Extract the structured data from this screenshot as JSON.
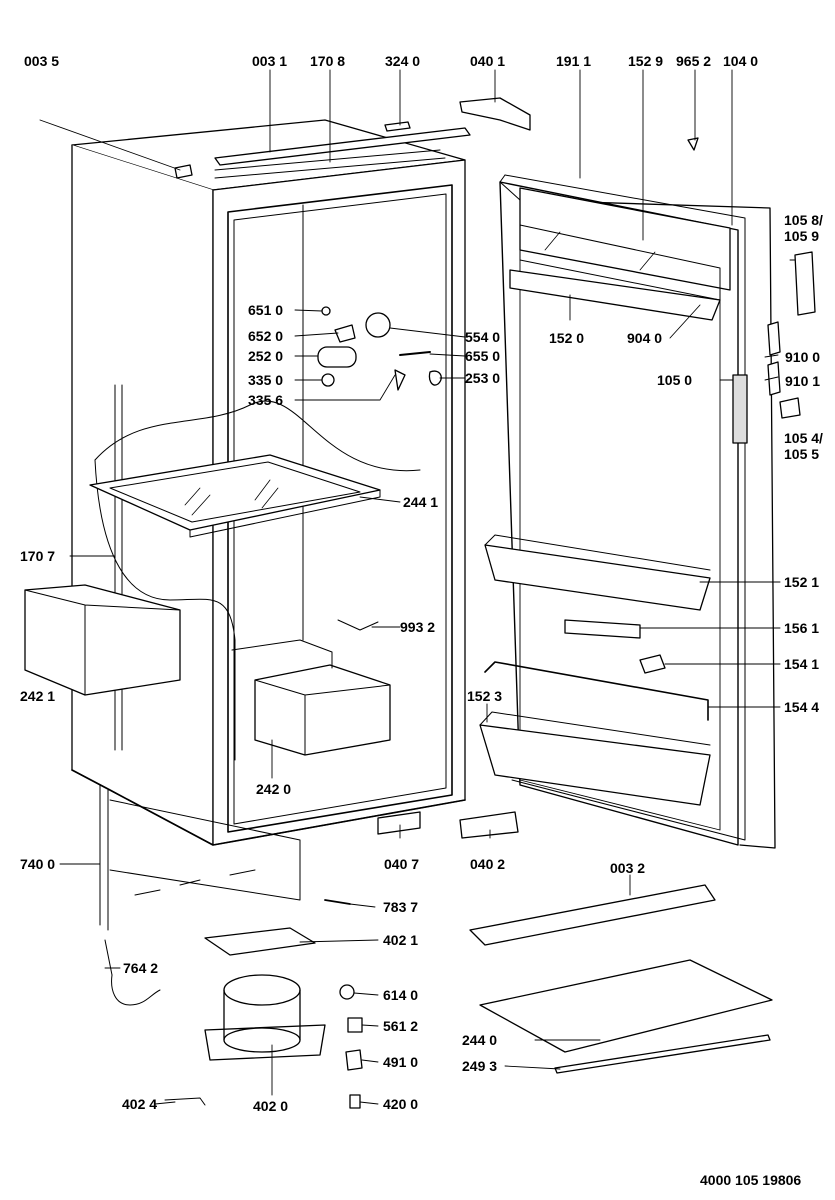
{
  "document_number": "4000 105 19806",
  "parts": [
    {
      "id": "l0035",
      "code": "003 5"
    },
    {
      "id": "l0031",
      "code": "003 1"
    },
    {
      "id": "l1708",
      "code": "170 8"
    },
    {
      "id": "l3240",
      "code": "324 0"
    },
    {
      "id": "l0401",
      "code": "040 1"
    },
    {
      "id": "l1911",
      "code": "191 1"
    },
    {
      "id": "l1529",
      "code": "152 9"
    },
    {
      "id": "l9652",
      "code": "965 2"
    },
    {
      "id": "l1040",
      "code": "104 0"
    },
    {
      "id": "l1058",
      "code": "105 8/\n105 9"
    },
    {
      "id": "l6510",
      "code": "651 0"
    },
    {
      "id": "l6520",
      "code": "652 0"
    },
    {
      "id": "l2520",
      "code": "252 0"
    },
    {
      "id": "l3350",
      "code": "335 0"
    },
    {
      "id": "l3356",
      "code": "335 6"
    },
    {
      "id": "l5540",
      "code": "554 0"
    },
    {
      "id": "l6550",
      "code": "655 0"
    },
    {
      "id": "l2530",
      "code": "253 0"
    },
    {
      "id": "l1520",
      "code": "152 0"
    },
    {
      "id": "l9040",
      "code": "904 0"
    },
    {
      "id": "l9100",
      "code": "910 0"
    },
    {
      "id": "l1050",
      "code": "105 0"
    },
    {
      "id": "l9101",
      "code": "910 1"
    },
    {
      "id": "l1054",
      "code": "105 4/\n105 5"
    },
    {
      "id": "l2441",
      "code": "244 1"
    },
    {
      "id": "l1707",
      "code": "170 7"
    },
    {
      "id": "l2421",
      "code": "242 1"
    },
    {
      "id": "l9932",
      "code": "993 2"
    },
    {
      "id": "l2420",
      "code": "242 0"
    },
    {
      "id": "l1521",
      "code": "152 1"
    },
    {
      "id": "l1561",
      "code": "156 1"
    },
    {
      "id": "l1541",
      "code": "154 1"
    },
    {
      "id": "l1523",
      "code": "152 3"
    },
    {
      "id": "l1544",
      "code": "154 4"
    },
    {
      "id": "l7400",
      "code": "740 0"
    },
    {
      "id": "l0407",
      "code": "040 7"
    },
    {
      "id": "l0402",
      "code": "040 2"
    },
    {
      "id": "l0032",
      "code": "003 2"
    },
    {
      "id": "l7837",
      "code": "783 7"
    },
    {
      "id": "l4021",
      "code": "402 1"
    },
    {
      "id": "l7642",
      "code": "764 2"
    },
    {
      "id": "l6140",
      "code": "614 0"
    },
    {
      "id": "l5612",
      "code": "561 2"
    },
    {
      "id": "l2440",
      "code": "244 0"
    },
    {
      "id": "l4910",
      "code": "491 0"
    },
    {
      "id": "l2493",
      "code": "249 3"
    },
    {
      "id": "l4024",
      "code": "402 4"
    },
    {
      "id": "l4020",
      "code": "402 0"
    },
    {
      "id": "l4200",
      "code": "420 0"
    }
  ]
}
